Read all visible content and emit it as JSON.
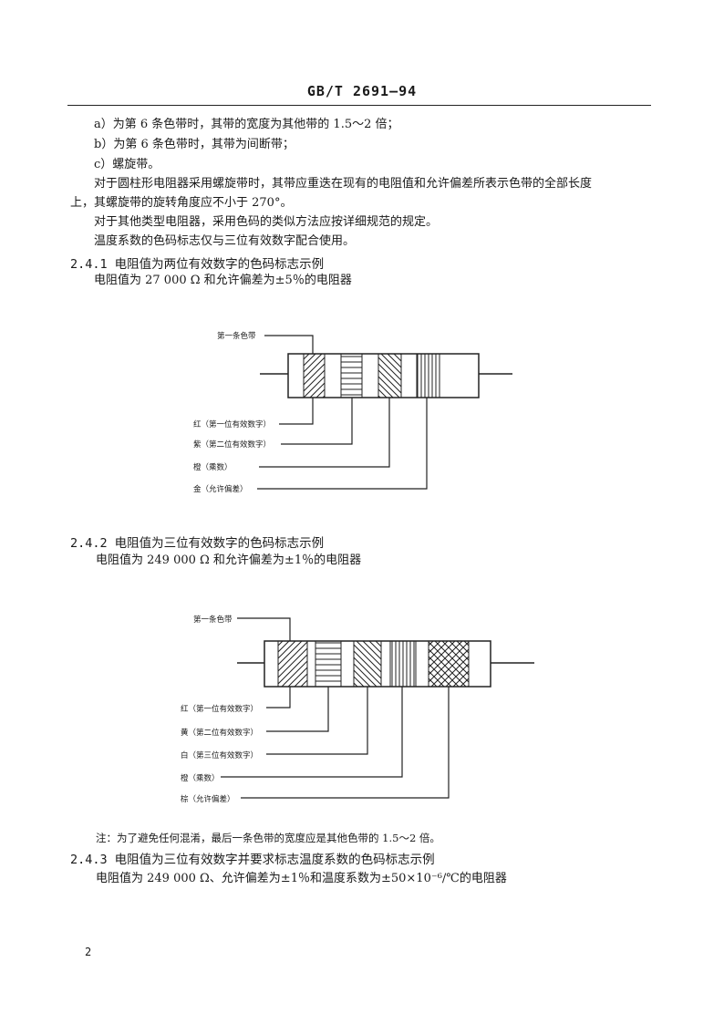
{
  "header": {
    "title": "GB/T 2691—94"
  },
  "paragraphs": {
    "item_a": "a）为第 6 条色带时，其带的宽度为其他带的 1.5～2 倍；",
    "item_b": "b）为第 6 条色带时，其带为间断带；",
    "item_c": "c）螺旋带。",
    "spiral_1": "对于圆柱形电阻器采用螺旋带时，其带应重迭在现有的电阻值和允许偏差所表示色带的全部长度",
    "spiral_2": "上，其螺旋带的旋转角度应不小于 270°。",
    "other_types": "对于其他类型电阻器，采用色码的类似方法应按详细规范的规定。",
    "temp_coeff": "温度系数的色码标志仅与三位有效数字配合使用。"
  },
  "section_241": {
    "number": "2.4.1",
    "title": "电阻值为两位有效数字的色码标志示例",
    "example": "电阻值为 27 000 Ω 和允许偏差为±5％的电阻器",
    "labels": {
      "first_band": "第一条色带",
      "red": "红（第一位有效数字）",
      "violet": "紫（第二位有效数字）",
      "orange": "橙（乘数）",
      "gold": "金（允许偏差）"
    }
  },
  "section_242": {
    "number": "2.4.2",
    "title": "电阻值为三位有效数字的色码标志示例",
    "example": "电阻值为 249 000 Ω 和允许偏差为±1％的电阻器",
    "labels": {
      "first_band": "第一条色带",
      "red": "红（第一位有效数字）",
      "yellow": "黄（第二位有效数字）",
      "white": "白（第三位有效数字）",
      "orange": "橙（乘数）",
      "brown": "棕（允许偏差）"
    }
  },
  "note": "注：为了避免任何混淆，最后一条色带的宽度应是其他色带的 1.5～2 倍。",
  "section_243": {
    "number": "2.4.3",
    "title": "电阻值为三位有效数字并要求标志温度系数的色码标志示例",
    "example": "电阻值为 249 000 Ω、允许偏差为±1％和温度系数为±50×10⁻⁶/℃的电阻器"
  },
  "page_number": "2"
}
